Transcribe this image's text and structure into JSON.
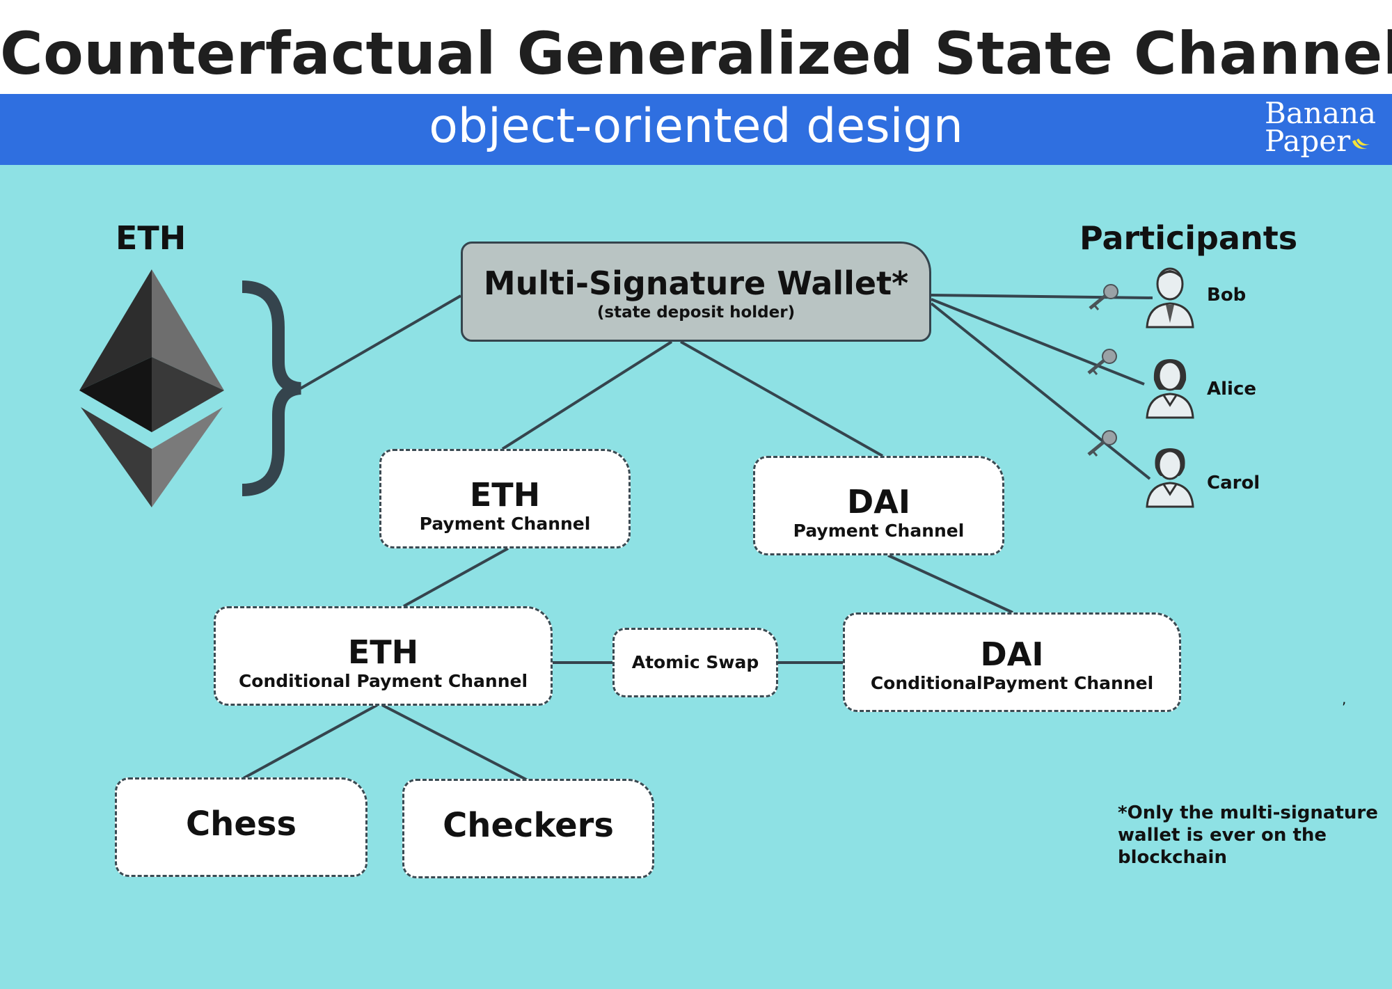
{
  "header": {
    "title": "Counterfactual Generalized State Channels",
    "subtitle": "object-oriented design",
    "logo_line1": "Banana",
    "logo_line2": "Paper"
  },
  "eth_label": "ETH",
  "participants_title": "Participants",
  "wallet": {
    "title": "Multi-Signature Wallet*",
    "subtitle": "(state deposit holder)"
  },
  "nodes": {
    "eth_payment": {
      "big": "ETH",
      "small": "Payment Channel"
    },
    "dai_payment": {
      "big": "DAI",
      "small": "Payment Channel"
    },
    "eth_conditional": {
      "big": "ETH",
      "small": "Conditional Payment Channel"
    },
    "atomic_swap": {
      "small": "Atomic Swap"
    },
    "dai_conditional": {
      "big": "DAI",
      "small": "ConditionalPayment Channel"
    },
    "chess": {
      "big": "Chess"
    },
    "checkers": {
      "big": "Checkers"
    }
  },
  "participants": [
    "Bob",
    "Alice",
    "Carol"
  ],
  "footnote": "*Only the multi-signature wallet is ever on the blockchain",
  "stray_mark": ",",
  "colors": {
    "background": "#8ee1e4",
    "header_band": "#2f6fe0",
    "wallet_fill": "#b9c4c3",
    "line": "#35444d"
  }
}
